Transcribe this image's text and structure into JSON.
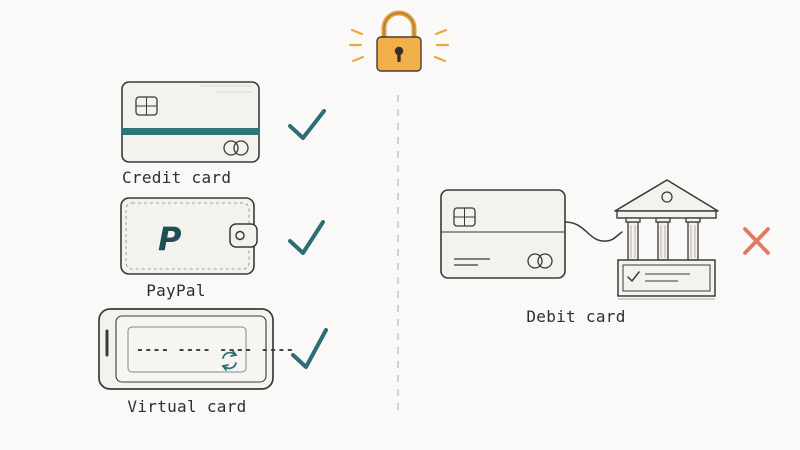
{
  "labels": {
    "credit_card": "Credit card",
    "paypal": "PayPal",
    "virtual_card": "Virtual card",
    "debit_card": "Debit card"
  },
  "paypal_glyph": "P",
  "virtual_card_number": "---- ---- ---- ----",
  "colors": {
    "accent_teal": "#2e7577",
    "check": "#2c6e73",
    "cross": "#e07a63",
    "lock_body": "#f2b04a",
    "lock_shackle": "#e5a23c",
    "ink": "#3a3a3a",
    "paper": "#f5f3ee"
  },
  "icons": {
    "lock": "lock-icon",
    "check": "checkmark-icon",
    "cross": "cross-icon",
    "bank": "bank-building-icon",
    "sync": "refresh-icon"
  },
  "status": {
    "credit_card": "accepted",
    "paypal": "accepted",
    "virtual_card": "accepted",
    "debit_card": "not-accepted"
  }
}
